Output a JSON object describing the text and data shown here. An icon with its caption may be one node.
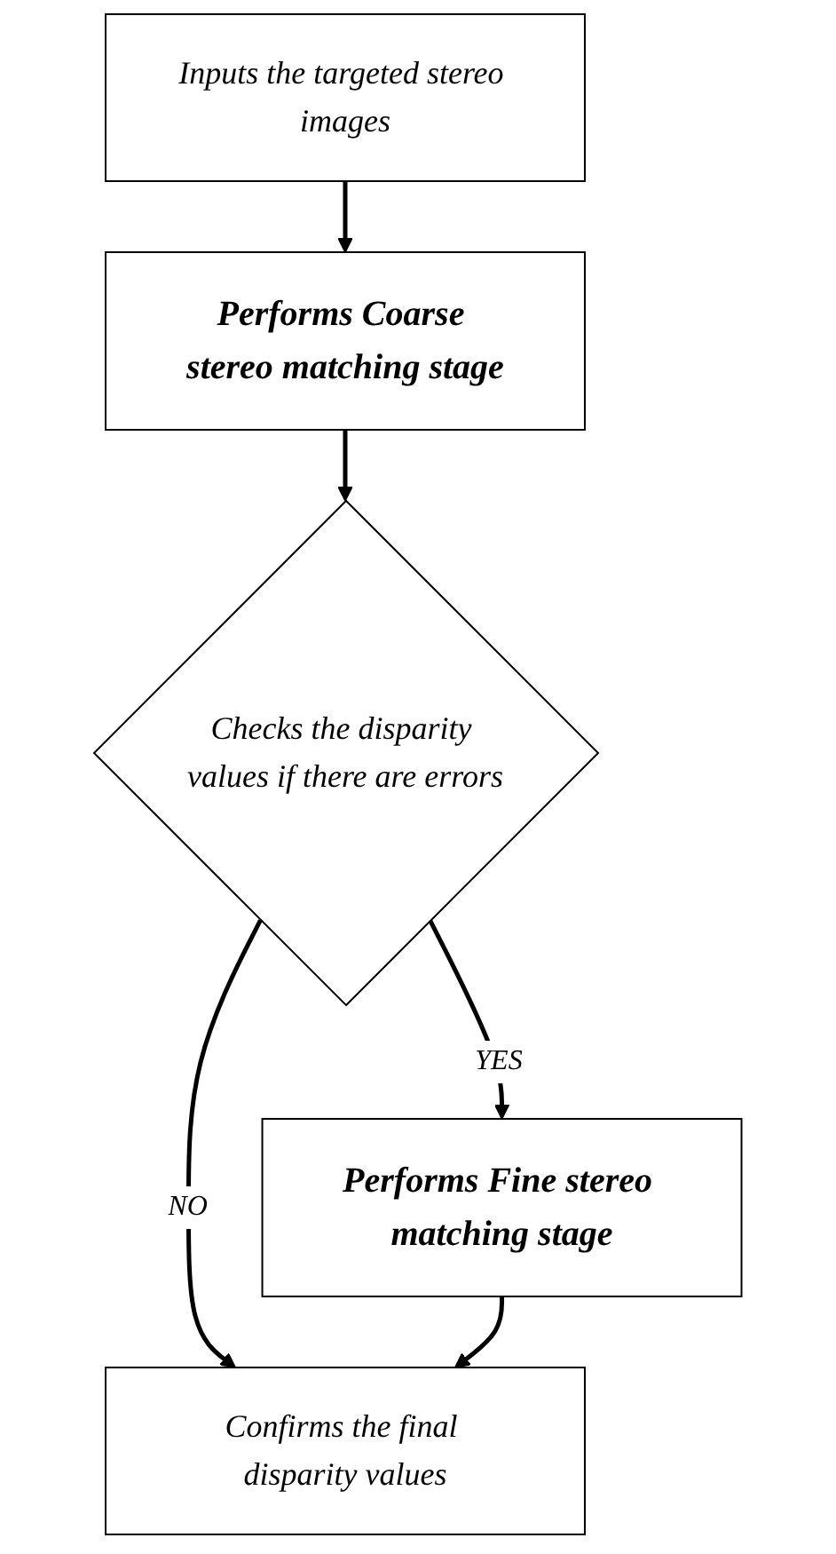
{
  "diagram": {
    "nodes": [
      {
        "text": [
          "Inputs the targeted stereo images"
        ]
      },
      {
        "text": [
          "Performs Coarse stereo matching stage"
        ]
      },
      {
        "text": [
          "Checks the disparity values if there are errors"
        ]
      },
      {
        "text": [
          "Performs Fine stereo matching stage"
        ]
      },
      {
        "text": [
          "Confirms the final disparity values"
        ]
      }
    ],
    "edges": [
      {
        "from": 0,
        "to": 1,
        "arrow": "to"
      },
      {
        "from": 1,
        "to": 2,
        "arrow": "to"
      },
      {
        "from": 2,
        "to": 3,
        "arrow": "to",
        "label": "YES"
      },
      {
        "from": 2,
        "to": 4,
        "arrow": "to",
        "label": "NO"
      },
      {
        "from": 3,
        "to": 4,
        "arrow": "to"
      }
    ]
  }
}
